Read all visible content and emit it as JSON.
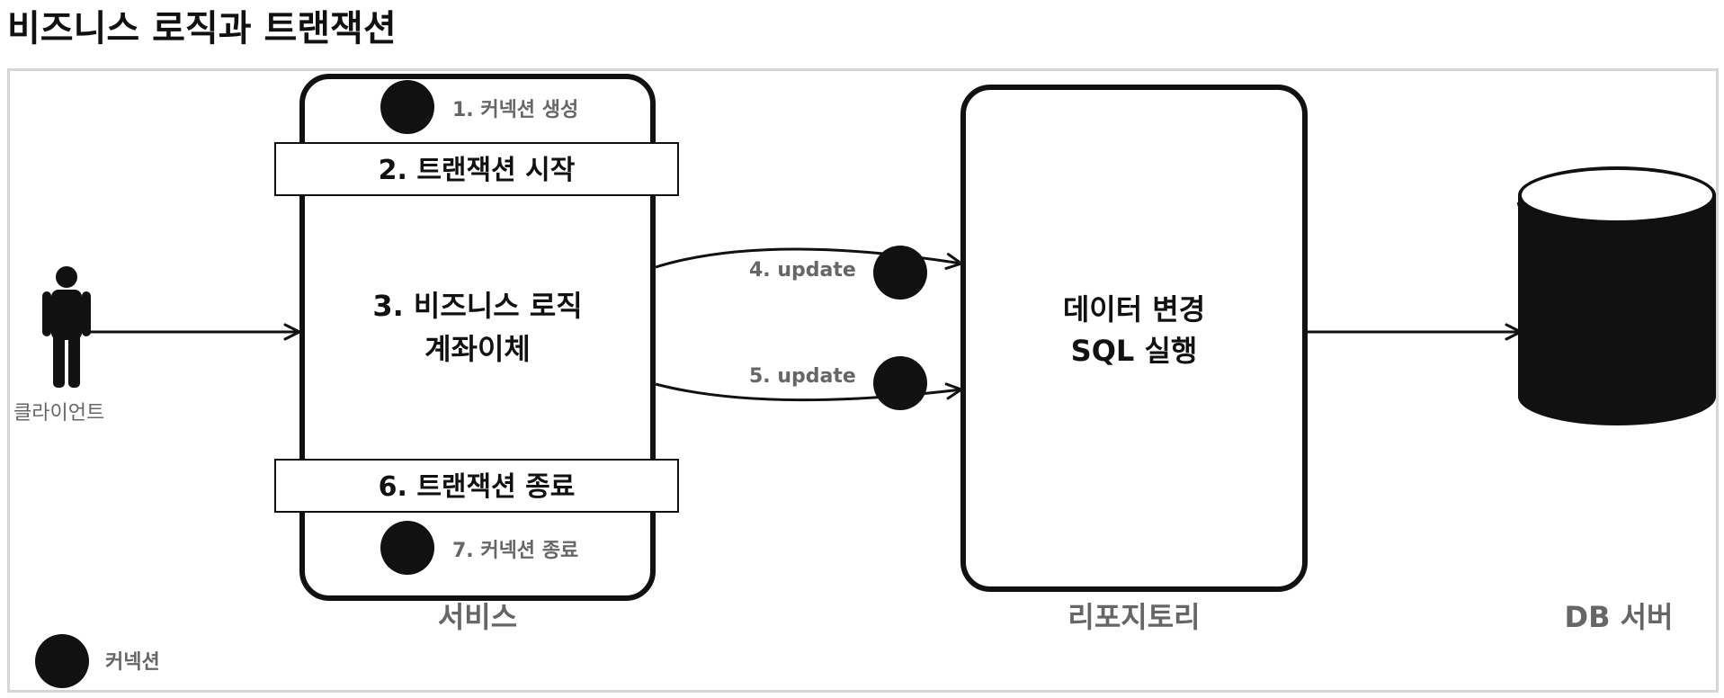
{
  "title": "비즈니스 로직과 트랜잭션",
  "client": {
    "label": "클라이언트"
  },
  "service": {
    "label": "서비스",
    "connection_create": "1. 커넥션 생성",
    "tx_start": "2. 트랜잭션 시작",
    "logic_line1": "3. 비즈니스 로직",
    "logic_line2": "계좌이체",
    "tx_end": "6. 트랜잭션 종료",
    "connection_close": "7. 커넥션 종료"
  },
  "calls": {
    "update1": "4. update",
    "update2": "5. update"
  },
  "repository": {
    "label": "리포지토리",
    "line1": "데이터 변경",
    "line2": "SQL 실행"
  },
  "db": {
    "label": "DB 서버"
  },
  "legend": {
    "connection": "커넥션"
  },
  "colors": {
    "line": "#111111",
    "muted_text": "#666666",
    "border": "#d6d6d6"
  }
}
